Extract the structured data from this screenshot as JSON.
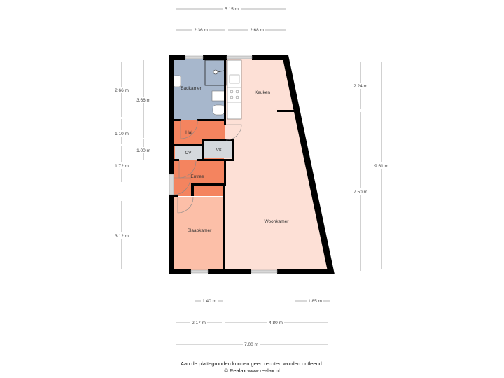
{
  "rooms": {
    "badkamer": "Badkamer",
    "keuken": "Keuken",
    "hal": "Hal",
    "cv": "CV",
    "vk": "VK",
    "entree": "Entree",
    "slaapkamer": "Slaapkamer",
    "woonkamer": "Woonkamer"
  },
  "dimensions": {
    "top_total": "5.15 m",
    "top_left": "2.36 m",
    "top_right": "2.68 m",
    "left_outer": [
      "2.66 m",
      "1.10 m",
      "1.72 m",
      "3.12 m"
    ],
    "left_inner": [
      "3.66 m",
      "1.00 m"
    ],
    "right_inner": [
      "2.24 m",
      "7.50 m"
    ],
    "right_total": "9.61 m",
    "bottom_row1_left": "1.40 m",
    "bottom_row1_right": "1.85 m",
    "bottom_row2_left": "2.17 m",
    "bottom_row2_right": "4.80 m",
    "bottom_total": "7.00 m"
  },
  "colors": {
    "wall": "#000000",
    "bathroom": "#a7b7cc",
    "hall": "#f4845f",
    "storage": "#d4d8dc",
    "bedroom": "#fcbfa8",
    "living": "#fde0d6",
    "window": "#c8c8c8"
  },
  "footer": {
    "disclaimer": "Aan de plattegronden kunnen geen rechten worden ontleend.",
    "copyright": "© Realax www.realax.nl"
  }
}
